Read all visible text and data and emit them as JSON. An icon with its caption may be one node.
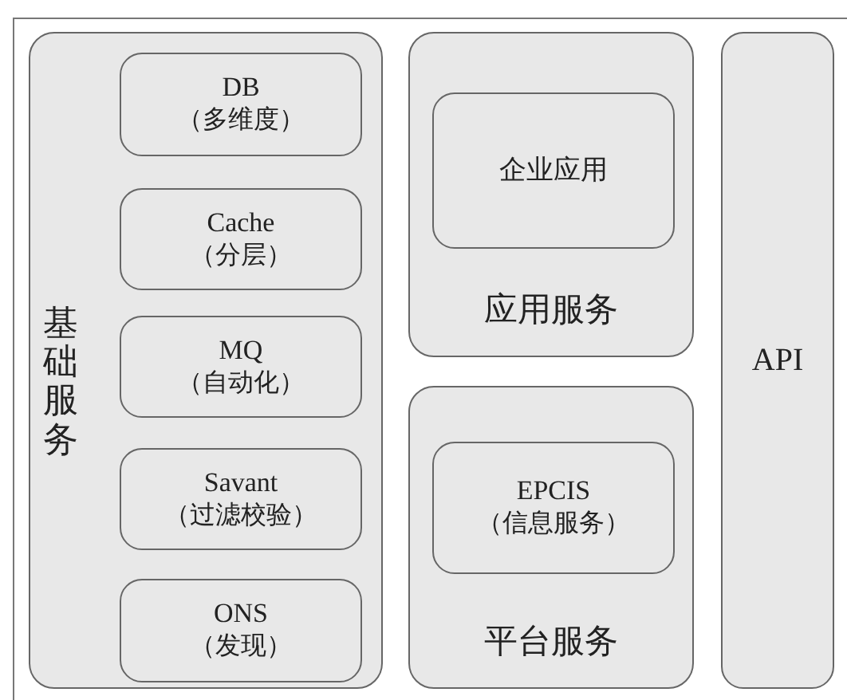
{
  "diagram": {
    "nodes": [
      {
        "text": [
          "基础服务"
        ]
      },
      {
        "text": [
          "DB",
          "（多维度）"
        ],
        "in": 0
      },
      {
        "text": [
          "Cache",
          "（分层）"
        ],
        "in": 0
      },
      {
        "text": [
          "MQ",
          "（自动化）"
        ],
        "in": 0
      },
      {
        "text": [
          "Savant",
          "（过滤校验）"
        ],
        "in": 0
      },
      {
        "text": [
          "ONS",
          "（发现）"
        ],
        "in": 0
      },
      {
        "text": [
          "应用服务"
        ]
      },
      {
        "text": [
          "企业应用"
        ],
        "in": 6
      },
      {
        "text": [
          "平台服务"
        ]
      },
      {
        "text": [
          "EPCIS",
          "（信息服务）"
        ],
        "in": 8
      },
      {
        "text": [
          "API"
        ]
      }
    ]
  }
}
